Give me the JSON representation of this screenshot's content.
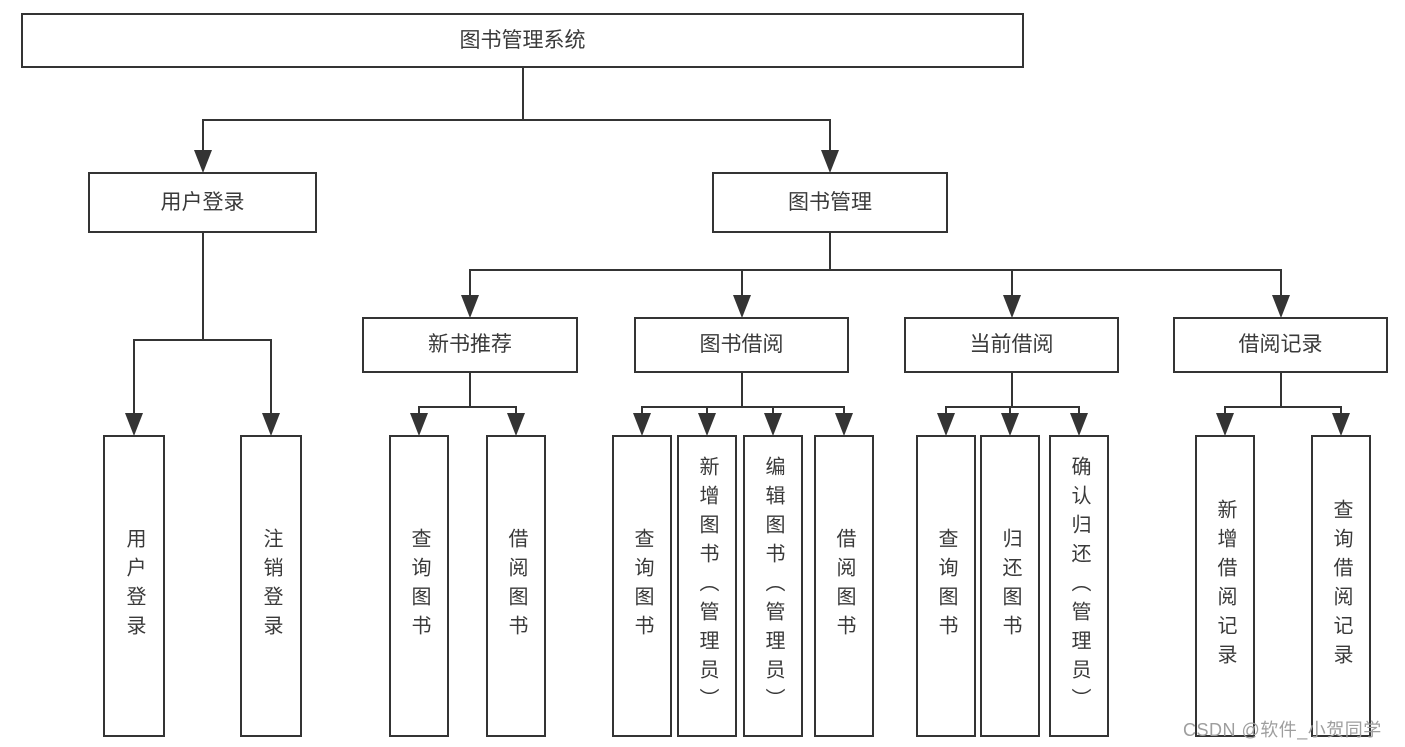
{
  "diagram": {
    "title": "图书管理系统",
    "type": "hierarchy-tree",
    "colors": {
      "line": "#343434",
      "box_border": "#343434",
      "box_fill": "#ffffff",
      "text": "#3a3a3a",
      "background": "#ffffff",
      "watermark": "#9e9e9e"
    },
    "nodes": [
      {
        "id": "root",
        "label": "图书管理系统",
        "level": 1,
        "orientation": "horizontal"
      },
      {
        "id": "user-login",
        "label": "用户登录",
        "level": 2,
        "orientation": "horizontal"
      },
      {
        "id": "book-mgmt",
        "label": "图书管理",
        "level": 2,
        "orientation": "horizontal"
      },
      {
        "id": "new-book-rec",
        "label": "新书推荐",
        "level": 3,
        "orientation": "horizontal"
      },
      {
        "id": "book-borrow",
        "label": "图书借阅",
        "level": 3,
        "orientation": "horizontal"
      },
      {
        "id": "current-borrow",
        "label": "当前借阅",
        "level": 3,
        "orientation": "horizontal"
      },
      {
        "id": "borrow-records",
        "label": "借阅记录",
        "level": 3,
        "orientation": "horizontal"
      },
      {
        "id": "leaf-user-login",
        "label": "用户登录",
        "level": 4,
        "orientation": "vertical"
      },
      {
        "id": "leaf-logout",
        "label": "注销登录",
        "level": 4,
        "orientation": "vertical"
      },
      {
        "id": "leaf-query-books-1",
        "label": "查询图书",
        "level": 4,
        "orientation": "vertical"
      },
      {
        "id": "leaf-borrow-books-1",
        "label": "借阅图书",
        "level": 4,
        "orientation": "vertical"
      },
      {
        "id": "leaf-query-books-2",
        "label": "查询图书",
        "level": 4,
        "orientation": "vertical"
      },
      {
        "id": "leaf-add-book",
        "label": "新增图书（管理员）",
        "level": 4,
        "orientation": "vertical"
      },
      {
        "id": "leaf-edit-book",
        "label": "编辑图书（管理员）",
        "level": 4,
        "orientation": "vertical"
      },
      {
        "id": "leaf-borrow-books-2",
        "label": "借阅图书",
        "level": 4,
        "orientation": "vertical"
      },
      {
        "id": "leaf-query-books-3",
        "label": "查询图书",
        "level": 4,
        "orientation": "vertical"
      },
      {
        "id": "leaf-return-book",
        "label": "归还图书",
        "level": 4,
        "orientation": "vertical"
      },
      {
        "id": "leaf-confirm-return",
        "label": "确认归还（管理员）",
        "level": 4,
        "orientation": "vertical"
      },
      {
        "id": "leaf-add-borrow-record",
        "label": "新增借阅记录",
        "level": 4,
        "orientation": "vertical"
      },
      {
        "id": "leaf-query-borrow-record",
        "label": "查询借阅记录",
        "level": 4,
        "orientation": "vertical"
      }
    ],
    "edges": [
      {
        "from": "root",
        "to": [
          "user-login",
          "book-mgmt"
        ]
      },
      {
        "from": "user-login",
        "to": [
          "leaf-user-login",
          "leaf-logout"
        ]
      },
      {
        "from": "book-mgmt",
        "to": [
          "new-book-rec",
          "book-borrow",
          "current-borrow",
          "borrow-records"
        ]
      },
      {
        "from": "new-book-rec",
        "to": [
          "leaf-query-books-1",
          "leaf-borrow-books-1"
        ]
      },
      {
        "from": "book-borrow",
        "to": [
          "leaf-query-books-2",
          "leaf-add-book",
          "leaf-edit-book",
          "leaf-borrow-books-2"
        ]
      },
      {
        "from": "current-borrow",
        "to": [
          "leaf-query-books-3",
          "leaf-return-book",
          "leaf-confirm-return"
        ]
      },
      {
        "from": "borrow-records",
        "to": [
          "leaf-add-borrow-record",
          "leaf-query-borrow-record"
        ]
      }
    ]
  },
  "watermark": {
    "text": "CSDN @软件_小贺同学"
  }
}
